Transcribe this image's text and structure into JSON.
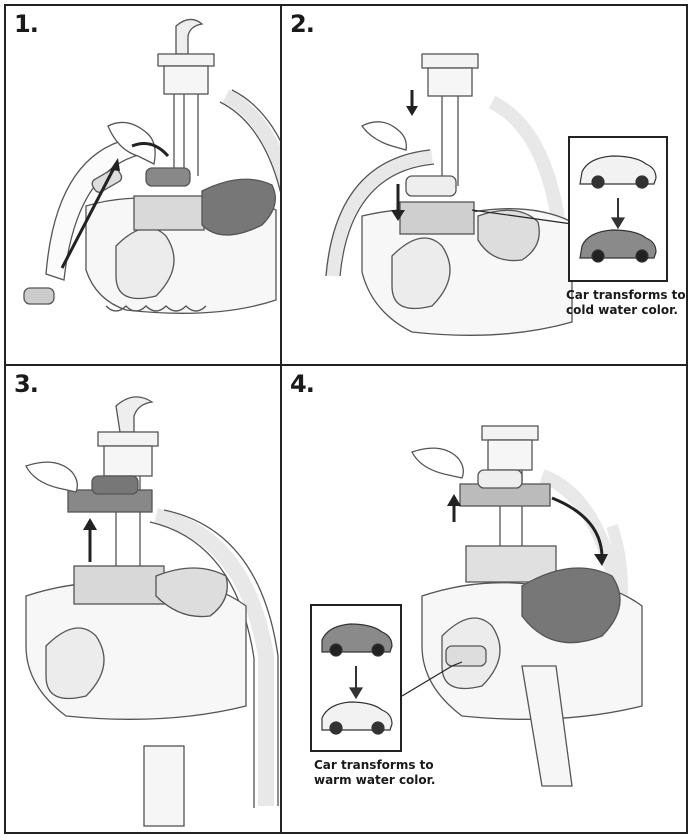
{
  "steps": [
    {
      "number": "1."
    },
    {
      "number": "2.",
      "caption_line1": "Car transforms to",
      "caption_line2": "cold water color."
    },
    {
      "number": "3."
    },
    {
      "number": "4.",
      "caption_line1": "Car transforms to",
      "caption_line2": "warm water color."
    }
  ],
  "colors": {
    "line": "#222222",
    "light_gray": "#cfcfcf",
    "mid_gray": "#8a8a8a",
    "dark_gray": "#555555"
  }
}
